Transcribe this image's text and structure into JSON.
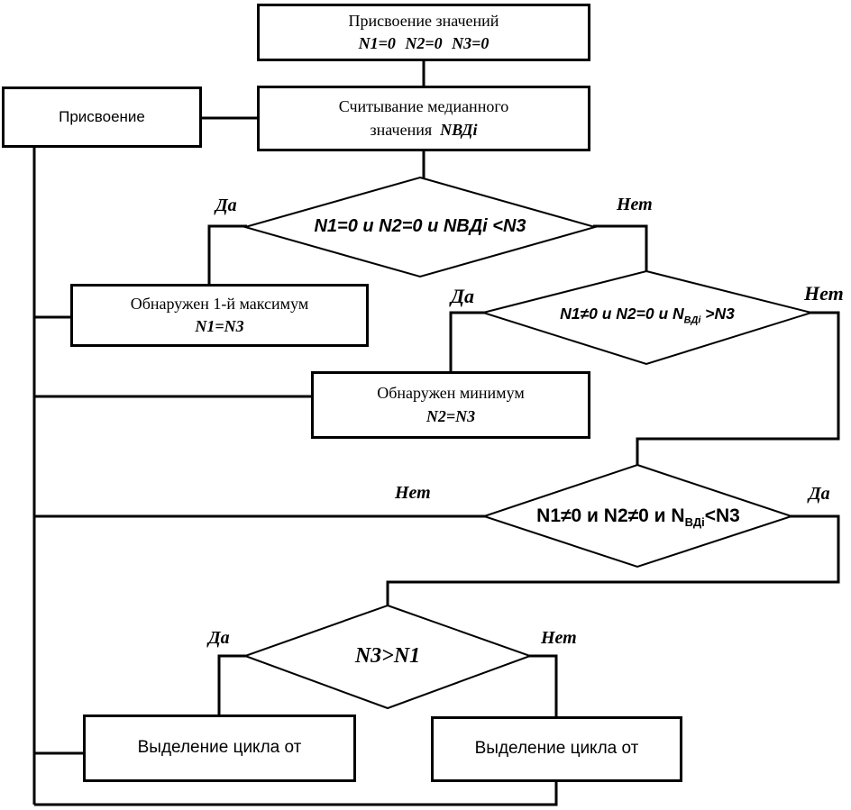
{
  "diagram": {
    "colors": {
      "stroke": "#000000",
      "fill": "#ffffff",
      "background": "#ffffff"
    },
    "boxes": {
      "assign_values": {
        "line1": "Присвоение значений",
        "line2": "N1=0 N2=0 N3=0"
      },
      "assignment": {
        "label": "Присвоение"
      },
      "read_median": {
        "line1": "Считывание медианного",
        "line2_prefix": "значения",
        "line2_var": "NВДi"
      },
      "first_max": {
        "line1": "Обнаружен 1-й максимум",
        "line2": "N1=N3"
      },
      "minimum": {
        "line1": "Обнаружен минимум",
        "line2": "N2=N3"
      },
      "cycle_left": {
        "label": "Выделение цикла от"
      },
      "cycle_right": {
        "label": "Выделение цикла от"
      }
    },
    "decisions": {
      "d1": {
        "text": "N1=0 и N2=0 и NВДi <N3",
        "yes": "Да",
        "no": "Нет"
      },
      "d2": {
        "text_prefix": "N1≠0 и N2=0 и N",
        "subscript": "ВДi",
        "text_suffix": " >N3",
        "yes": "Да",
        "no": "Нет"
      },
      "d3": {
        "text_prefix": "N1≠0 и N2≠0 и N",
        "subscript": "ВДi",
        "text_suffix": "<N3",
        "yes": "Нет",
        "no": "Да"
      },
      "d4": {
        "text": "N3>N1",
        "yes": "Да",
        "no": "Нет"
      }
    },
    "labels": {
      "d1_yes": "Да",
      "d1_no": "Нет",
      "d2_yes": "Да",
      "d2_no": "Нет",
      "d3_no": "Нет",
      "d3_yes": "Да",
      "d4_yes": "Да",
      "d4_no": "Нет"
    }
  }
}
